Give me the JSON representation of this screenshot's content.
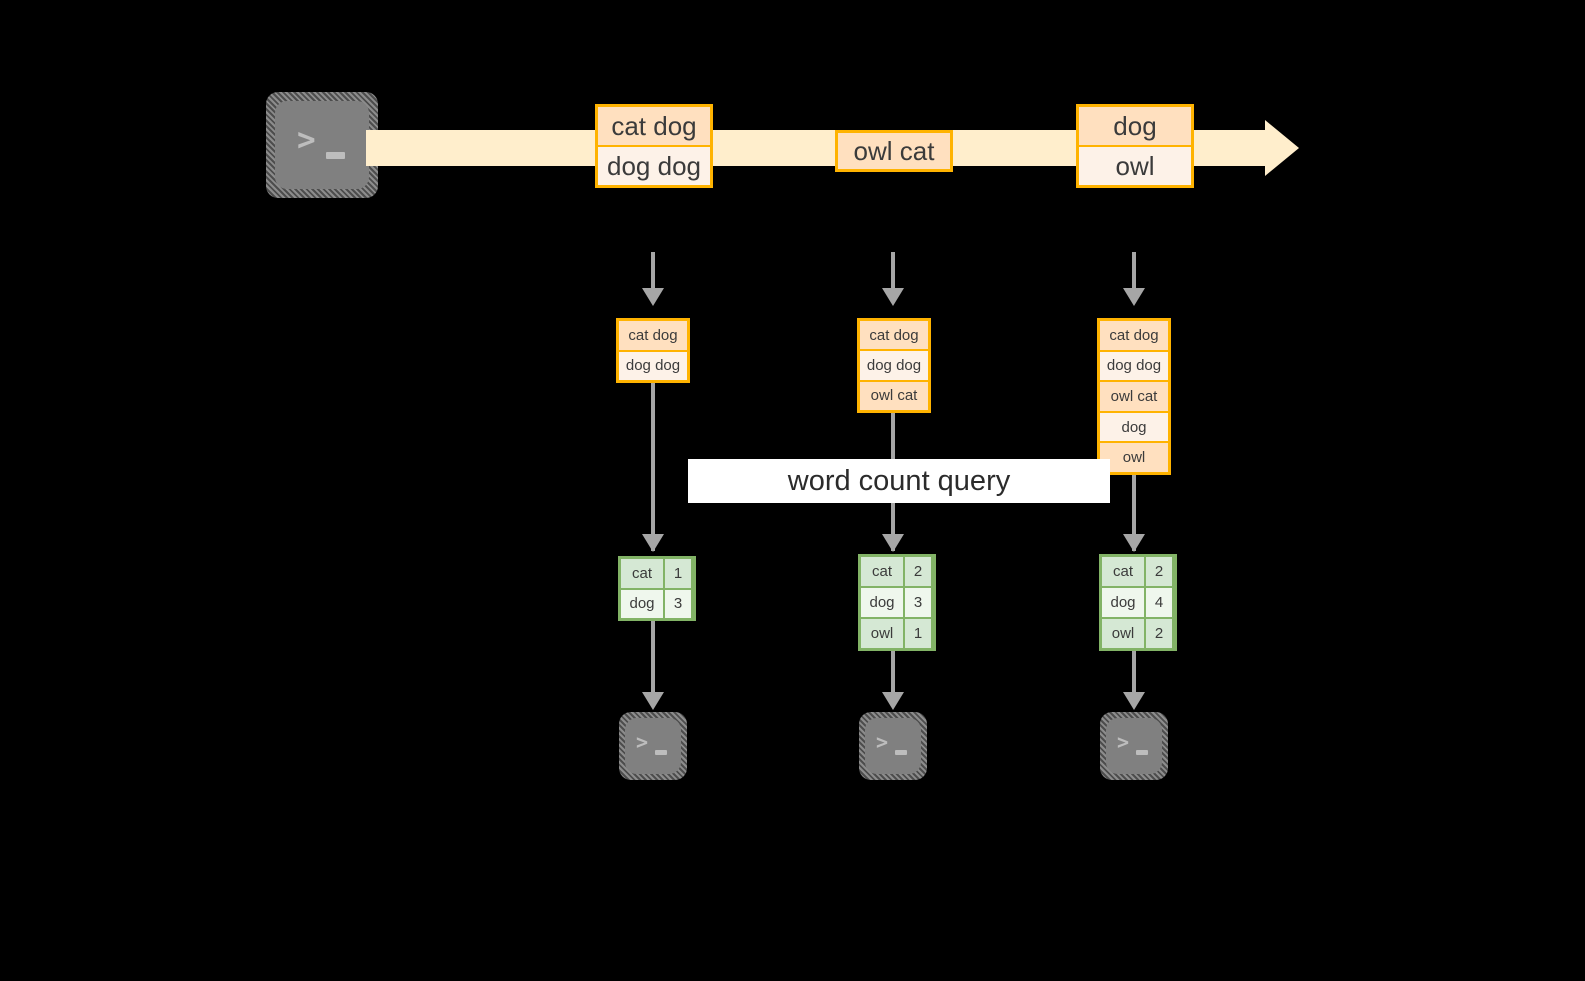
{
  "diagram": {
    "title": "word count query",
    "colors": {
      "background": "#000000",
      "stream": "#ffeecc",
      "record_border": "#ffb300",
      "record_fill_dark": "#ffe0bf",
      "record_fill_light": "#fdf2e8",
      "table_border": "#82b366",
      "table_fill_dark": "#d5e8d4",
      "table_fill_light": "#eff7ed",
      "connector": "#a6a6a6",
      "terminal_body": "#808080",
      "banner": "#ffffff"
    }
  },
  "source": {
    "icon": "terminal-icon",
    "label": ">_"
  },
  "stream": {
    "records": [
      {
        "id": "record-1",
        "cells": [
          {
            "text": "cat dog",
            "shade": "dark"
          },
          {
            "text": "dog dog",
            "shade": "light"
          }
        ]
      },
      {
        "id": "record-2",
        "cells": [
          {
            "text": "owl cat",
            "shade": "dark"
          }
        ]
      },
      {
        "id": "record-3",
        "cells": [
          {
            "text": "dog",
            "shade": "dark"
          },
          {
            "text": "owl",
            "shade": "light"
          }
        ]
      }
    ]
  },
  "snapshots": [
    {
      "id": "snapshot-1",
      "rows": [
        {
          "text": "cat dog",
          "shade": "dark"
        },
        {
          "text": "dog dog",
          "shade": "light"
        }
      ]
    },
    {
      "id": "snapshot-2",
      "rows": [
        {
          "text": "cat dog",
          "shade": "dark"
        },
        {
          "text": "dog dog",
          "shade": "light"
        },
        {
          "text": "owl cat",
          "shade": "dark"
        }
      ]
    },
    {
      "id": "snapshot-3",
      "rows": [
        {
          "text": "cat dog",
          "shade": "dark"
        },
        {
          "text": "dog dog",
          "shade": "light"
        },
        {
          "text": "owl cat",
          "shade": "dark"
        },
        {
          "text": "dog",
          "shade": "light"
        },
        {
          "text": "owl",
          "shade": "dark"
        }
      ]
    }
  ],
  "results": [
    {
      "id": "result-1",
      "rows": [
        {
          "word": "cat",
          "count": "1",
          "shade": "dark"
        },
        {
          "word": "dog",
          "count": "3",
          "shade": "light"
        }
      ]
    },
    {
      "id": "result-2",
      "rows": [
        {
          "word": "cat",
          "count": "2",
          "shade": "dark"
        },
        {
          "word": "dog",
          "count": "3",
          "shade": "light"
        },
        {
          "word": "owl",
          "count": "1",
          "shade": "dark"
        }
      ]
    },
    {
      "id": "result-3",
      "rows": [
        {
          "word": "cat",
          "count": "2",
          "shade": "dark"
        },
        {
          "word": "dog",
          "count": "4",
          "shade": "light"
        },
        {
          "word": "owl",
          "count": "2",
          "shade": "dark"
        }
      ]
    }
  ],
  "sinks": [
    {
      "id": "sink-1",
      "icon": "terminal-icon",
      "label": ">_"
    },
    {
      "id": "sink-2",
      "icon": "terminal-icon",
      "label": ">_"
    },
    {
      "id": "sink-3",
      "icon": "terminal-icon",
      "label": ">_"
    }
  ]
}
